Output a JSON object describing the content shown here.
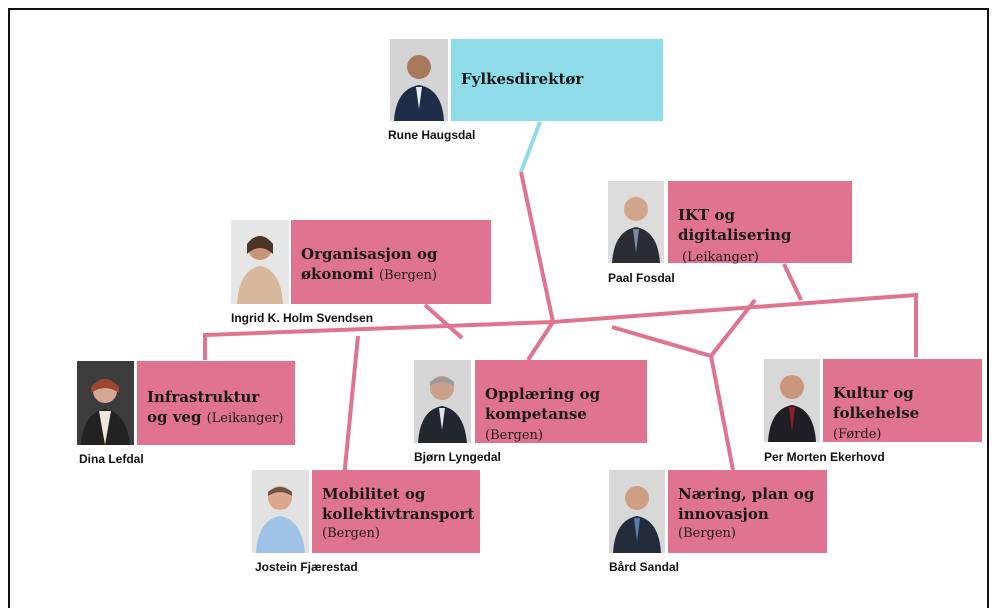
{
  "colors": {
    "unit_box": "#e0738f",
    "director_box": "#8fdce9",
    "connector": "#e0738f",
    "director_connector": "#8fdce9"
  },
  "director": {
    "title": "Fylkesdirektør",
    "person": "Rune Haugsdal"
  },
  "units": [
    {
      "id": "organisasjon",
      "title": "Organisasjon og økonomi",
      "location": "(Bergen)",
      "person": "Ingrid K. Holm Svendsen"
    },
    {
      "id": "ikt",
      "title": "IKT og digitalisering",
      "location": "(Leikanger)",
      "person": "Paal Fosdal"
    },
    {
      "id": "infrastruktur",
      "title": "Infrastruktur og veg",
      "location": "(Leikanger)",
      "person": "Dina Lefdal"
    },
    {
      "id": "opplaering",
      "title": "Opplæring og kompetanse",
      "location": "(Bergen)",
      "person": "Bjørn Lyngedal"
    },
    {
      "id": "kultur",
      "title": "Kultur og folkehelse",
      "location": "(Førde)",
      "person": "Per Morten Ekerhovd"
    },
    {
      "id": "mobilitet",
      "title": "Mobilitet og kollektivtransport",
      "location": "(Bergen)",
      "person": "Jostein Fjærestad"
    },
    {
      "id": "naering",
      "title": "Næring, plan og innovasjon",
      "location": "(Bergen)",
      "person": "Bård Sandal"
    }
  ]
}
